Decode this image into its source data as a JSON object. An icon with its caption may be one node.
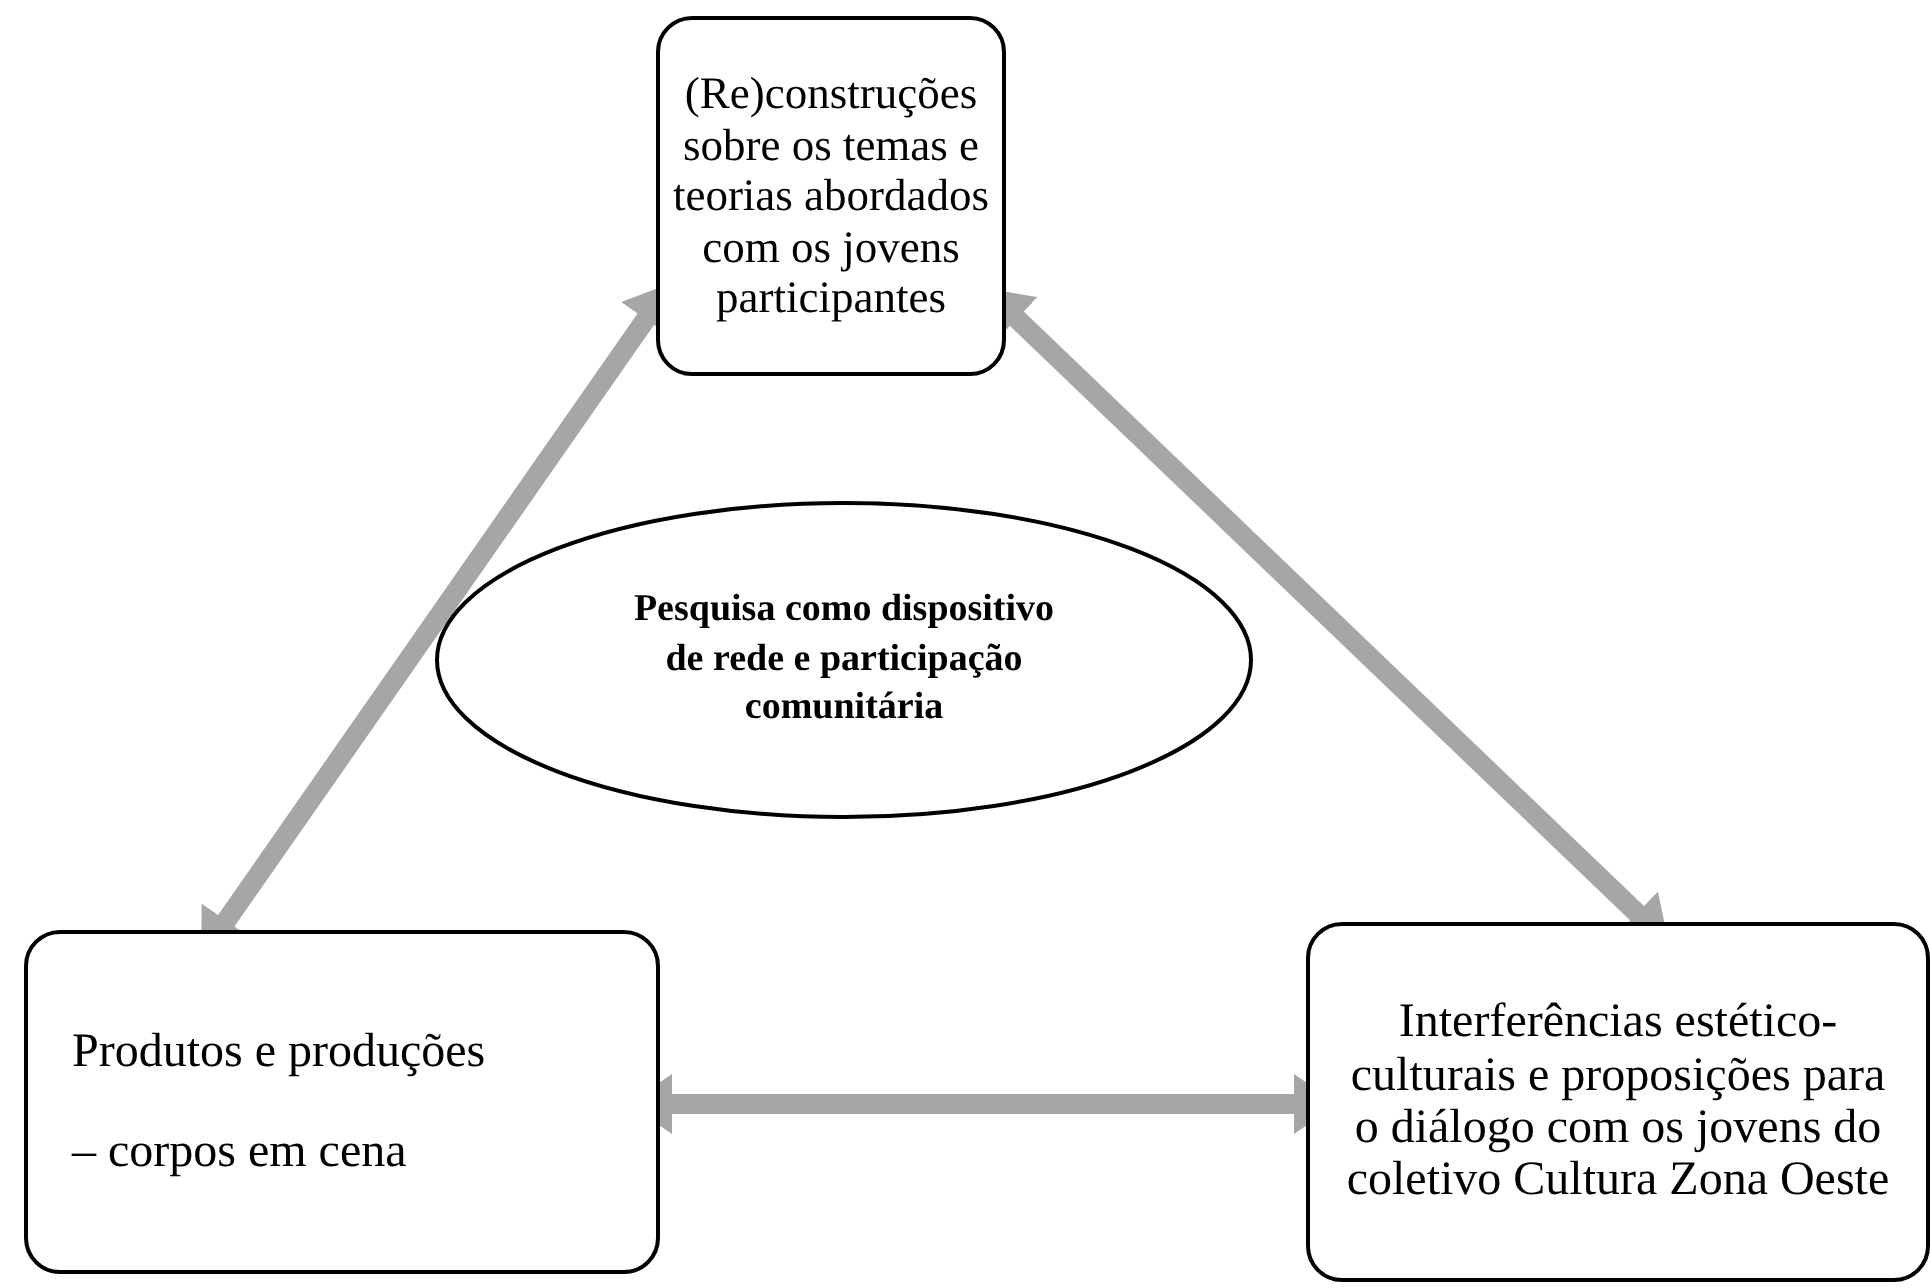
{
  "diagram": {
    "nodes": [
      {
        "text": [
          "(Re)construções sobre os temas e teorias abordados com os jovens participantes"
        ]
      },
      {
        "text": [
          "Pesquisa como dispositivo de rede e participação comunitária"
        ]
      },
      {
        "text": [
          "Produtos e produções",
          "– corpos em cena"
        ]
      },
      {
        "text": [
          "Interferências estético-culturais e proposições para o diálogo com os jovens do coletivo Cultura Zona Oeste"
        ]
      }
    ],
    "edges": [
      {
        "from": 0,
        "to": 2,
        "arrow": "both"
      },
      {
        "from": 0,
        "to": 3,
        "arrow": "both"
      },
      {
        "from": 2,
        "to": 3,
        "arrow": "both"
      }
    ]
  }
}
